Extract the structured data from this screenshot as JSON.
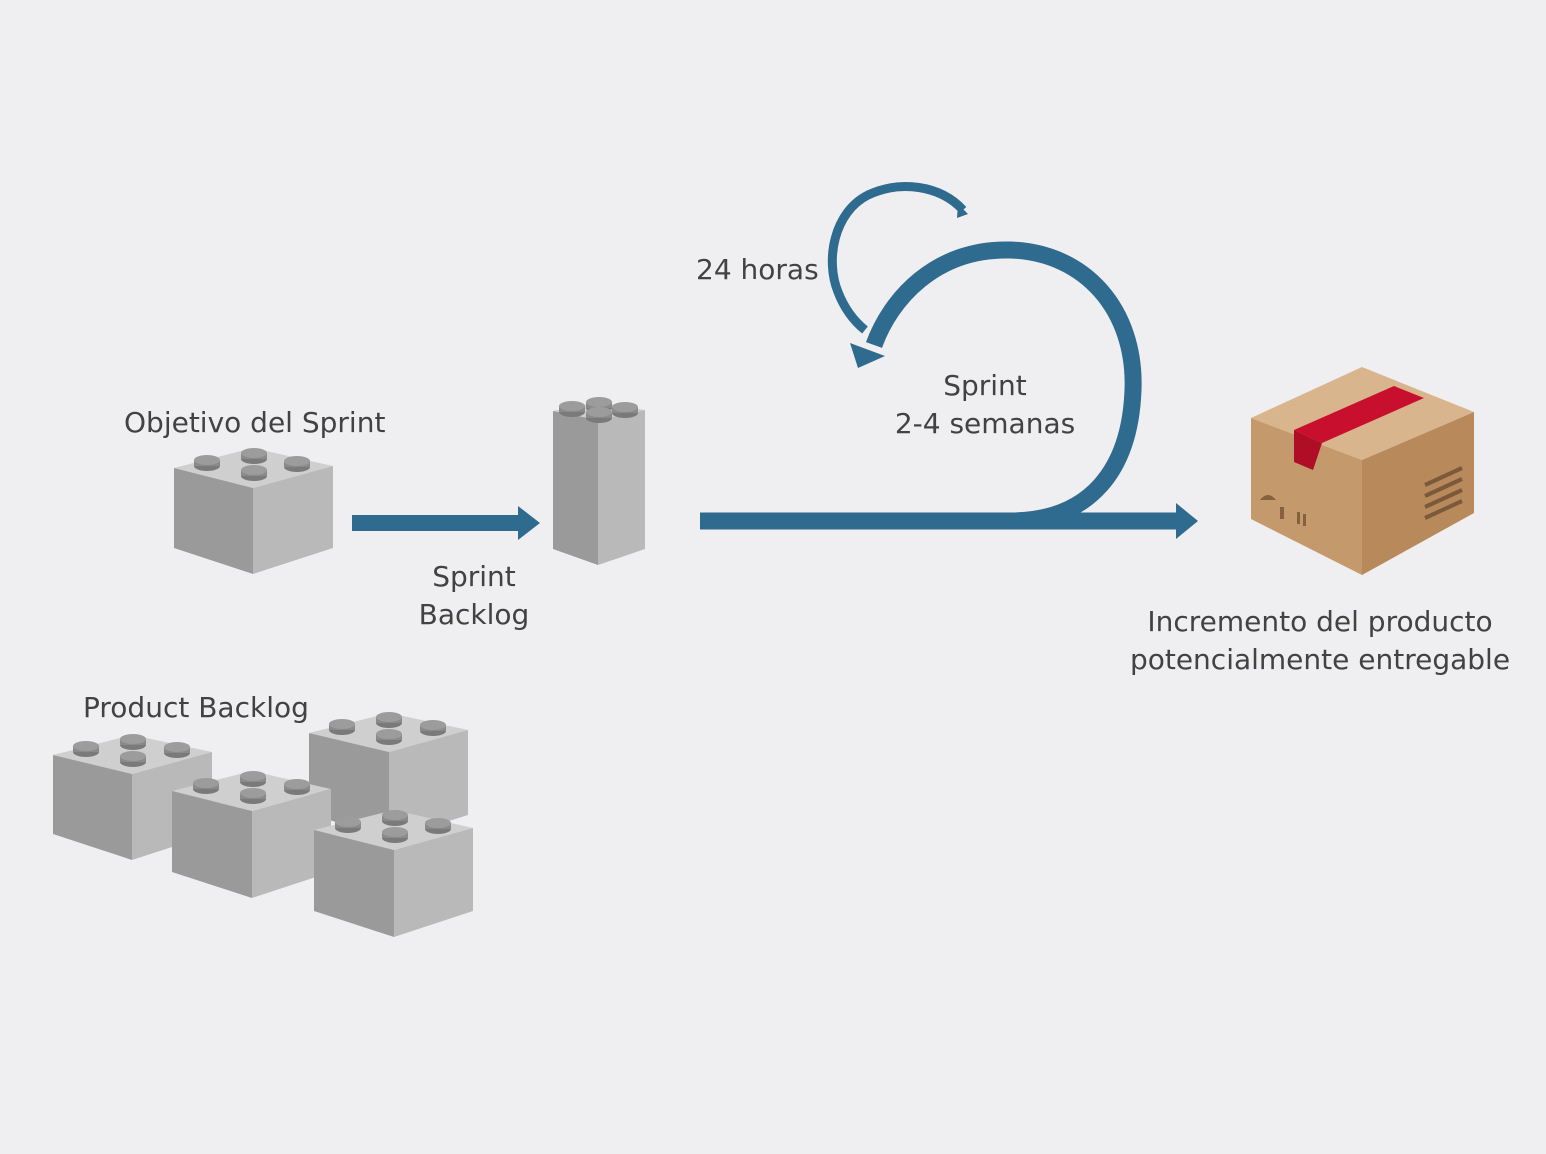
{
  "labels": {
    "objetivo": "Objetivo del Sprint",
    "product_backlog": "Product Backlog",
    "sprint_backlog": [
      "Sprint",
      "Backlog"
    ],
    "daily": "24 horas",
    "sprint": [
      "Sprint",
      "2-4 semanas"
    ],
    "increment": [
      "Incremento del producto",
      "potencialmente entregable"
    ]
  },
  "colors": {
    "background": "#efeff1",
    "arrow": "#2e6b8f",
    "brick_top": "#cfcfcf",
    "brick_left": "#9a9a9a",
    "brick_right": "#b9b9b9",
    "box_top": "#d8b58c",
    "box_left": "#c49a6c",
    "box_right": "#b8895a",
    "tape": "#c8102e"
  }
}
